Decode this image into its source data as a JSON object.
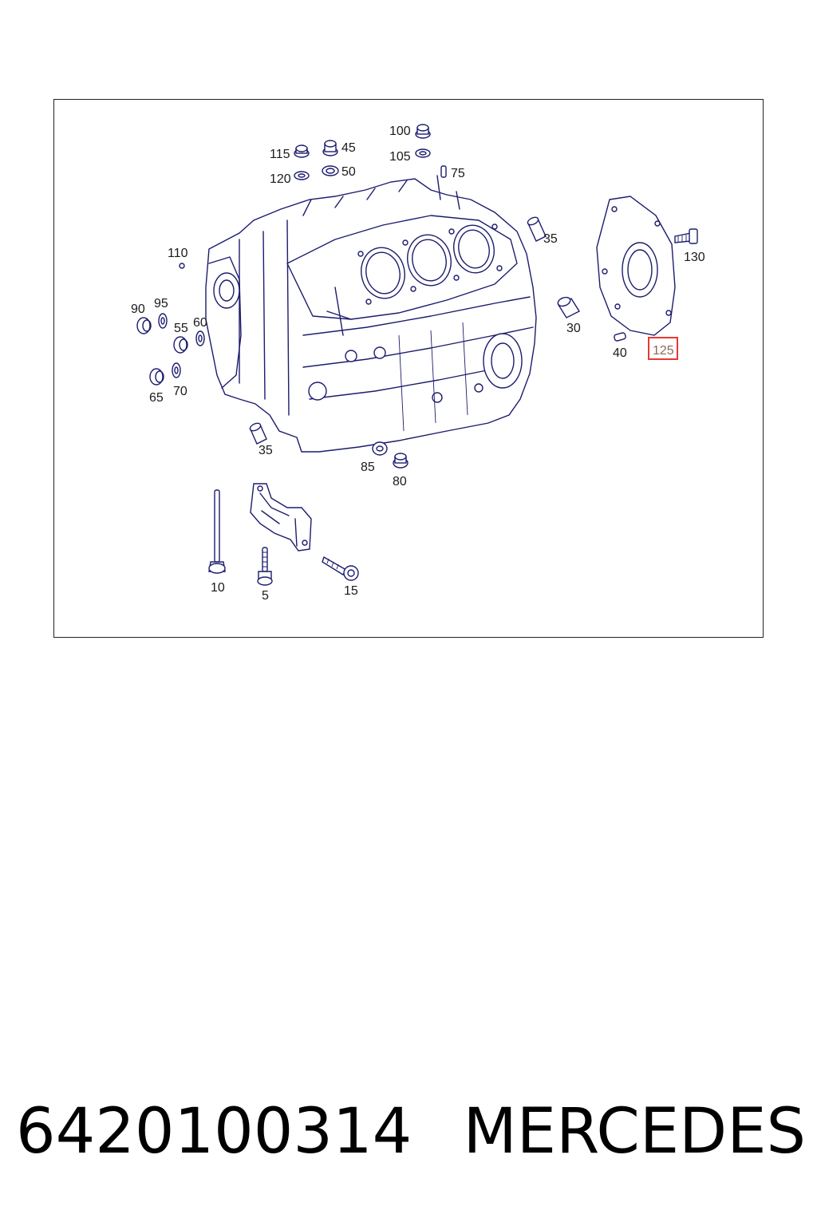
{
  "parts": [
    {
      "id": "p100",
      "label": "100"
    },
    {
      "id": "p115",
      "label": "115"
    },
    {
      "id": "p45",
      "label": "45"
    },
    {
      "id": "p105",
      "label": "105"
    },
    {
      "id": "p120",
      "label": "120"
    },
    {
      "id": "p50",
      "label": "50"
    },
    {
      "id": "p75",
      "label": "75"
    },
    {
      "id": "p35a",
      "label": "35"
    },
    {
      "id": "p130",
      "label": "130"
    },
    {
      "id": "p110",
      "label": "110"
    },
    {
      "id": "p90",
      "label": "90"
    },
    {
      "id": "p95",
      "label": "95"
    },
    {
      "id": "p55",
      "label": "55"
    },
    {
      "id": "p60",
      "label": "60"
    },
    {
      "id": "p30",
      "label": "30"
    },
    {
      "id": "p40",
      "label": "40"
    },
    {
      "id": "p125",
      "label": "125"
    },
    {
      "id": "p65",
      "label": "65"
    },
    {
      "id": "p70",
      "label": "70"
    },
    {
      "id": "p35b",
      "label": "35"
    },
    {
      "id": "p85",
      "label": "85"
    },
    {
      "id": "p80",
      "label": "80"
    },
    {
      "id": "p10",
      "label": "10"
    },
    {
      "id": "p5",
      "label": "5"
    },
    {
      "id": "p15",
      "label": "15"
    }
  ],
  "highlighted_part": "125",
  "highlight_color": "#e53935",
  "line_color": "#1c1c6e",
  "caption": {
    "part_number": "6420100314",
    "brand": "MERCEDES"
  }
}
